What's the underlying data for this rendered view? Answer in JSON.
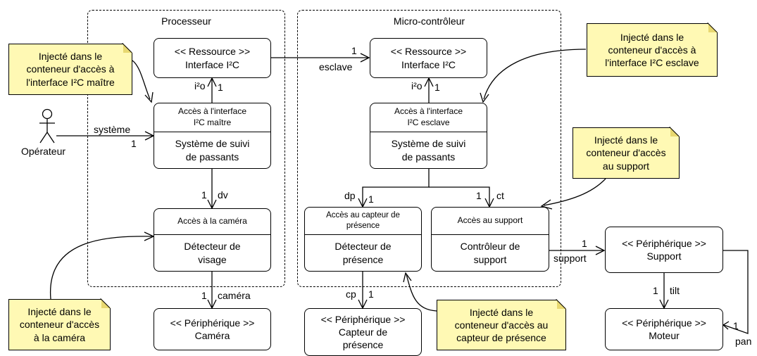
{
  "frames": {
    "processeur": "Processeur",
    "microcontroleur": "Micro-contrôleur"
  },
  "actor": {
    "name": "Opérateur"
  },
  "boxes": {
    "ressource_proc": {
      "line1": "<< Ressource >>",
      "line2": "Interface I²C"
    },
    "ressource_micro": {
      "line1": "<< Ressource >>",
      "line2": "Interface I²C"
    },
    "i2c_maitre": {
      "top": "Accès à l'interface\nI²C maître",
      "bottom": "Système de suivi\nde passants"
    },
    "i2c_esclave": {
      "top": "Accès à l'interface\nI²C esclave",
      "bottom": "Système de suivi\nde passants"
    },
    "camera_access": {
      "top": "Accès à la caméra",
      "bottom": "Détecteur de\nvisage"
    },
    "capteur_access": {
      "top": "Accès au capteur de\nprésence",
      "bottom": "Détecteur de\nprésence"
    },
    "support_access": {
      "top": "Accès au support",
      "bottom": "Contrôleur de\nsupport"
    },
    "periph_camera": {
      "line1": "<< Périphérique >>",
      "line2": "Caméra"
    },
    "periph_capteur": {
      "line1": "<< Périphérique >>",
      "line2": "Capteur de\nprésence"
    },
    "periph_support": {
      "line1": "<< Périphérique >>",
      "line2": "Support"
    },
    "periph_moteur": {
      "line1": "<< Périphérique >>",
      "line2": "Moteur"
    }
  },
  "notes": {
    "maitre": "Injecté dans le\nconteneur d'accès à\nl'interface I²C maître",
    "esclave": "Injecté dans le\nconteneur d'accès à\nl'interface I²C esclave",
    "support": "Injecté dans le\nconteneur d'accès\nau support",
    "camera": "Injecté dans le\nconteneur d'accès\nà la caméra",
    "capteur": "Injecté dans le\nconteneur d'accès au\ncapteur de présence"
  },
  "labels": {
    "esclave_one": "1",
    "esclave": "esclave",
    "i2o_proc": "i²o",
    "one_i2o_proc": "1",
    "i2o_micro": "i²o",
    "one_i2o_micro": "1",
    "systeme": "système",
    "systeme_one": "1",
    "dv_one": "1",
    "dv": "dv",
    "camera_one": "1",
    "camera": "caméra",
    "dp": "dp",
    "dp_one": "1",
    "ct_one": "1",
    "ct": "ct",
    "cp": "cp",
    "cp_one": "1",
    "support_one": "1",
    "support": "support",
    "tilt_one": "1",
    "tilt": "tilt",
    "pan_one": "1",
    "pan": "pan"
  }
}
